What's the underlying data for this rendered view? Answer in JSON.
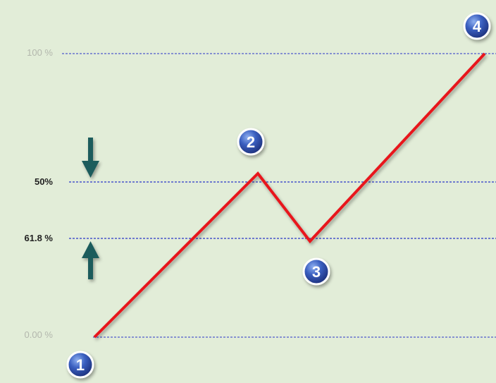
{
  "levels": [
    {
      "label": "100 %",
      "value": 100,
      "emphasis": false
    },
    {
      "label": "50%",
      "value": 50,
      "emphasis": true
    },
    {
      "label": "61.8 %",
      "value": 61.8,
      "emphasis": true
    },
    {
      "label": "0.00 %",
      "value": 0,
      "emphasis": false
    }
  ],
  "points": [
    {
      "label": "1"
    },
    {
      "label": "2"
    },
    {
      "label": "3"
    },
    {
      "label": "4"
    }
  ],
  "arrows": [
    {
      "direction": "down",
      "icon": "arrow-down-icon"
    },
    {
      "direction": "up",
      "icon": "arrow-up-icon"
    }
  ],
  "colors": {
    "background": "#e2edd8",
    "price_line": "#e8141b",
    "level_line": "#2a35c8",
    "arrow": "#1e5b5b",
    "marker_fill": "#2f4fa8"
  }
}
